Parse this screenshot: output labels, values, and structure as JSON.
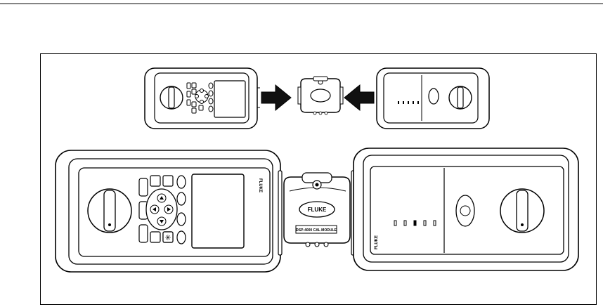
{
  "figure": {
    "small_row": {
      "brand_label": "",
      "arrow_count": 2
    },
    "large_row": {
      "brand_main": "FLUKE",
      "brand_remote": "FLUKE",
      "module_brand": "FLUKE",
      "module_label": "DSP-4000 CAL MODULE"
    }
  },
  "colors": {
    "line": "#000000",
    "arrow_fill": "#111111",
    "background": "#ffffff"
  },
  "icons": {
    "main_unit_knob": "rotary-knob-icon",
    "remote_unit_knob": "rotary-knob-icon",
    "arrow_up": "arrow-up-icon",
    "arrow_down": "arrow-down-icon",
    "arrow_left": "arrow-left-icon",
    "arrow_right": "arrow-right-icon",
    "star": "asterisk-icon",
    "insert_arrow": "arrow-right-filled-icon"
  }
}
